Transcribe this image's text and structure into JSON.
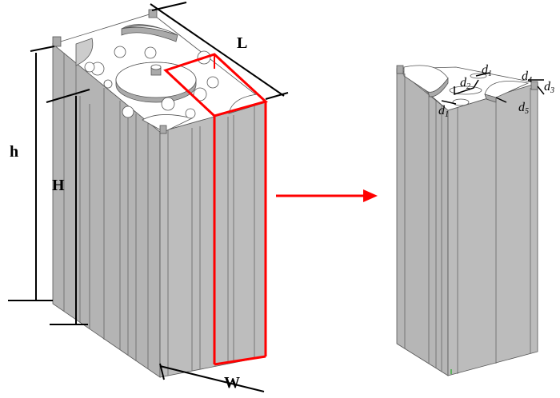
{
  "labels": {
    "h": "h",
    "H": "H",
    "L": "L",
    "W": "W"
  },
  "detail_labels": [
    {
      "base": "d",
      "sub": "1"
    },
    {
      "base": "d",
      "sub": "2"
    },
    {
      "base": "d",
      "sub": "1"
    },
    {
      "base": "d",
      "sub": "4"
    },
    {
      "base": "d",
      "sub": "3"
    },
    {
      "base": "d",
      "sub": "5"
    }
  ],
  "colors": {
    "highlight": "#ff0000",
    "face_light": "#c8c8c8",
    "face_dark": "#a9a9a9",
    "top": "#ffffff"
  }
}
